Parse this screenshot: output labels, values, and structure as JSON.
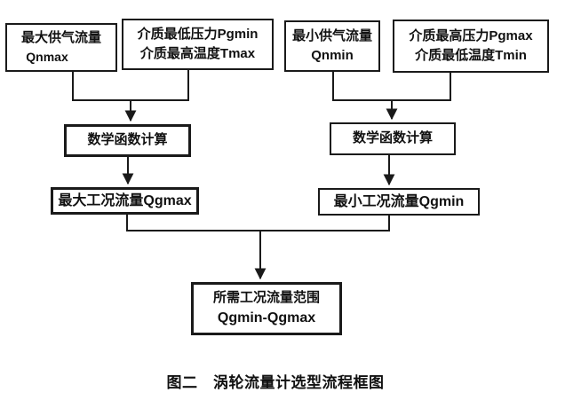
{
  "diagram": {
    "boxes": {
      "qnmax": {
        "line1": "最大供气流量",
        "line2": "Qnmax"
      },
      "pgmin_tmax": {
        "line1": "介质最低压力Pgmin",
        "line2": "介质最高温度Tmax"
      },
      "qnmin": {
        "line1": "最小供气流量",
        "line2": "Qnmin"
      },
      "pgmax_tmin": {
        "line1": "介质最高压力Pgmax",
        "line2": "介质最低温度Tmin"
      },
      "math_left": {
        "label": "数学函数计算"
      },
      "math_right": {
        "label": "数学函数计算"
      },
      "qgmax": {
        "label": "最大工况流量Qgmax"
      },
      "qgmin": {
        "label": "最小工况流量Qgmin"
      },
      "result": {
        "line1": "所需工况流量范围",
        "line2": "Qgmin-Qgmax"
      }
    },
    "caption": "图二　涡轮流量计选型流程框图",
    "colors": {
      "line": "#1a1a1a",
      "text": "#111111",
      "background": "#ffffff"
    }
  }
}
